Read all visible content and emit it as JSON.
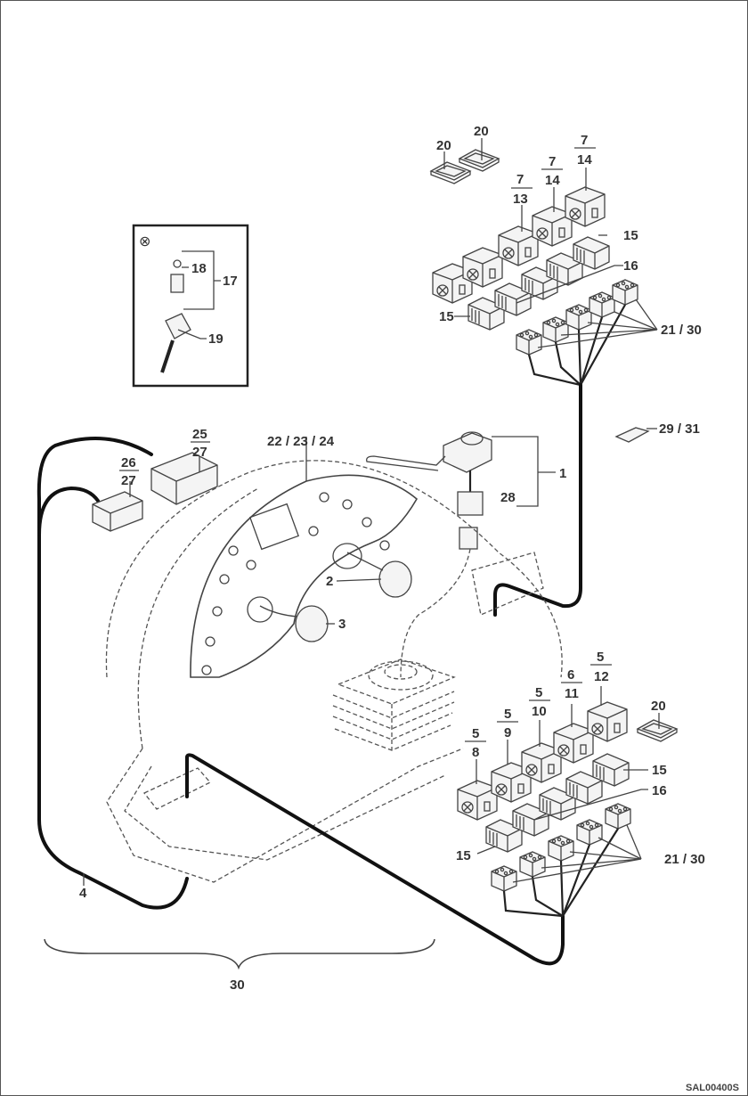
{
  "diagram": {
    "reference_code": "SAL00400S",
    "detail_box": {
      "marker": "⊗",
      "labels": {
        "p17": "17",
        "p18": "18",
        "p19": "19"
      }
    },
    "labels": {
      "top_20a": "20",
      "top_20b": "20",
      "top_7_13": {
        "num": "7",
        "den": "13"
      },
      "top_7_14a": {
        "num": "7",
        "den": "14"
      },
      "top_7_14b": {
        "num": "7",
        "den": "14"
      },
      "top_15a": "15",
      "top_16": "16",
      "top_15b": "15",
      "top_21_30": "21 / 30",
      "p29_31": "29 / 31",
      "p1": "1",
      "p28": "28",
      "p22_23_24": "22 / 23 / 24",
      "p25_27": {
        "num": "25",
        "den": "27"
      },
      "p26_27": {
        "num": "26",
        "den": "27"
      },
      "p2": "2",
      "p3": "3",
      "bot_5_8": {
        "num": "5",
        "den": "8"
      },
      "bot_5_9": {
        "num": "5",
        "den": "9"
      },
      "bot_5_10": {
        "num": "5",
        "den": "10"
      },
      "bot_6_11": {
        "num": "6",
        "den": "11"
      },
      "bot_5_12": {
        "num": "5",
        "den": "12"
      },
      "bot_20": "20",
      "bot_15a": "15",
      "bot_16": "16",
      "bot_15b": "15",
      "bot_21_30": "21 / 30",
      "p4": "4",
      "p30": "30"
    }
  }
}
